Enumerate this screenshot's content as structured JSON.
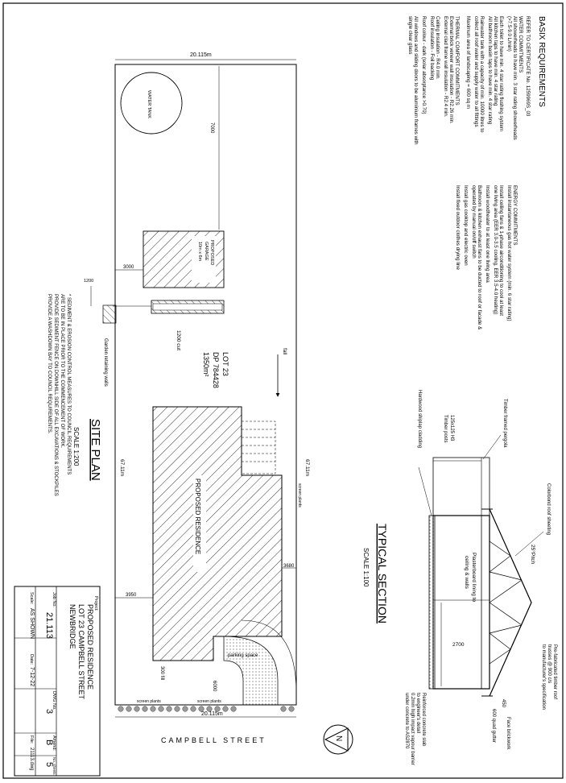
{
  "basix": {
    "title": "BASIX REQUIREMENTS",
    "certificate": "REFER TO CERTIFICATE No. 1259969S_03",
    "water_heading": "WATER COMMITMENTS",
    "water": [
      "All showerheads to have min. 3 star rating showerheads",
      "(>7.5-9.0 L/min)",
      "Each toilet to have min. 4 star rating flushing system",
      "All kitchen taps to have min. 4 star rating",
      "All bathroom basin taps to have min. 4 star rating",
      "Rainwater tank with a capacity of min. 10000 litres to",
      "collect all roof water and supply water to all fittings",
      "Maximum area of landscaping = 600 sq m"
    ],
    "thermal_heading": "THERMAL COMFORT COMMITMENTS",
    "thermal": [
      "External brick veneer wall insulation - R2.26 min.",
      "External clad frame wall insulation - R2.4 min.",
      "Ceiling insulation - R4.0 min.",
      "Roof insulation - Foil backing",
      "Roof colour - dark (solar absorptance >0.70)",
      "All windows and sliding doors to be aluminium frames with",
      "single clear glass"
    ],
    "energy_heading": "ENERGY COMMITMENTS",
    "energy": [
      "Install instantaneous gas hot water system (min. 6 star rating)",
      "Install ceiling fans & 1-phase airconditioning to cool at least",
      "one living area (EER 3.0-3.5 cooling, EER 3.5-4.0 heating)",
      "Install woodheater to at least one living area",
      "Bathroom & kitchen exhaust fans to be ducted to roof or facade &",
      "operated by manual on/off switch",
      "Install gas cooktop and electric oven",
      "Install fixed outdoor clothes drying line"
    ]
  },
  "site": {
    "water_tank": "WATER TANK",
    "garage": [
      "PROPOSED",
      "GARAGE",
      "10m x 6m"
    ],
    "residence": "PROPOSED RESIDENCE",
    "lot": [
      "LOT 23",
      "DP 784428",
      "1350m²"
    ],
    "fall": "fall",
    "dims": {
      "top_width": "20.115m",
      "bottom_width": "20.115m",
      "d7000": "7000",
      "d3000": "3000",
      "d1200": "1200",
      "cut": "1200 cut",
      "left_length": "67.11m",
      "right_length": "67.11m",
      "d3950": "3950",
      "d3680": "3680",
      "d6000": "6000",
      "fill": "300 fill"
    },
    "retaining": "Garden retaining walls",
    "screen_plants": "screen plants",
    "parking": "parking space",
    "street": "CAMPBELL STREET",
    "north": "N"
  },
  "siteplan_title": "SITE PLAN",
  "siteplan_scale": "SCALE 1:200",
  "sediment_note": [
    "* SEDIMENT & EROSION CONTROL MEASURES TO COUNCIL REQUIREMENTS",
    "ARE TO BE IN PLACE PRIOR TO THE COMMENCEMENT OF WORK.",
    "PROVIDE SEDIMENT FENCE ON DOWNHILL SIDE OF ALL EXCAVATIONS & STOCKPILES",
    "PROVIDE A WASHDOWN BAY TO COUNCIL REQUIREMENTS."
  ],
  "section": {
    "title": "TYPICAL SECTION",
    "scale": "SCALE 1:100",
    "pergola": "Timber framed pergola",
    "posts": [
      "125x125 H3",
      "Timber posts"
    ],
    "cladding": "Hardwood shiplap cladding",
    "roof_sheeting": "Colorbond roof sheeting",
    "pitch": "25°Pitch",
    "lining": [
      "Plasterboard lining to",
      "ceiling & walls"
    ],
    "span": "2700",
    "trusses": [
      "Pre-fabricated timber roof",
      "trusses @ 900 c/s",
      "to manufacturer's specification"
    ],
    "slab": [
      "Reinforced concrete slab",
      "to engineer's detail",
      "0.2mm high impact vapour barrier",
      "under concrete to AS2870"
    ],
    "gutter": "600 quad gutter",
    "eave": "450",
    "brickwork": "Face brickwork"
  },
  "titleblock": {
    "project_label": "Project:",
    "project": [
      "PROPOSED RESIDENCE",
      "LOT 23 CAMPBELL STREET",
      "NEWBRIDGE"
    ],
    "job_label": "Job No.",
    "job": "21.113",
    "dwg_label": "DWG No.",
    "dwg": "3",
    "amend_label": "Amend:",
    "amend": "B",
    "sheets_label": "No. sheets",
    "sheets": "5",
    "scale_label": "Scale:",
    "scale": "AS SHOWN",
    "date_label": "Date:",
    "date": "7-12-22",
    "file_label": "File:",
    "file": "21113.dwg"
  }
}
